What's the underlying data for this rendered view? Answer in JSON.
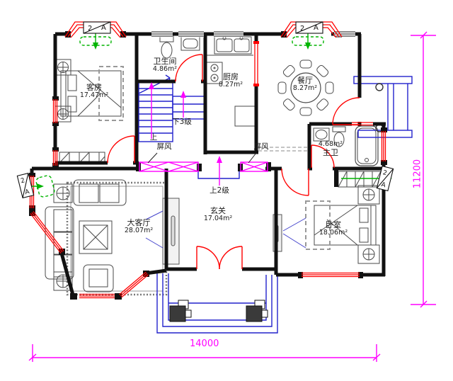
{
  "plan": {
    "rooms": {
      "guest_room": {
        "name": "客房",
        "area": "17.47m²"
      },
      "bathroom": {
        "name": "卫生间",
        "area": "4.86m²"
      },
      "kitchen": {
        "name": "厨房",
        "area": "8.27m²"
      },
      "dining_room": {
        "name": "餐厅",
        "area": "8.27m²"
      },
      "master_bath": {
        "name": "主卫",
        "area": "4.68m²"
      },
      "bedroom": {
        "name": "卧室",
        "area": "18.06m²"
      },
      "foyer": {
        "name": "玄关",
        "area": "17.04m²"
      },
      "living_room": {
        "name": "大客厅",
        "area": "28.07m²"
      }
    },
    "stairs": {
      "up": "上",
      "down": "下3级"
    },
    "entry": {
      "up_steps": "上2级"
    },
    "screens": {
      "left": "屏风",
      "right": "屏风"
    },
    "dimensions": {
      "width": "14000",
      "height": "11200"
    },
    "tags": {
      "number": "2",
      "letter": "A"
    },
    "colors": {
      "wall": "#111111",
      "window_door": "#ff0000",
      "dimension": "#ff00ff",
      "stair_porch": "#2222cc",
      "vent": "#00b400",
      "furniture": "#4a4a4a"
    }
  }
}
